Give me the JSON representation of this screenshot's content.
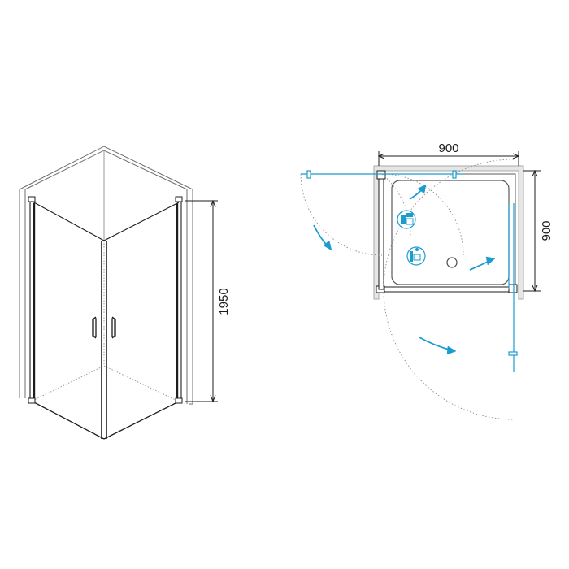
{
  "dimensions": {
    "height": "1950",
    "width": "900",
    "depth": "900"
  },
  "colors": {
    "line": "#1e1e1e",
    "wall": "#a8a8a8",
    "wall_fill": "#e6e6e6",
    "glass_blue": "#1b9ccf",
    "swing_path": "#8a8a8a",
    "tray": "#4a4a4a"
  },
  "icons": [
    "door-swing-arrow-icon",
    "hinge-icon",
    "handle-icon",
    "drain-icon"
  ]
}
